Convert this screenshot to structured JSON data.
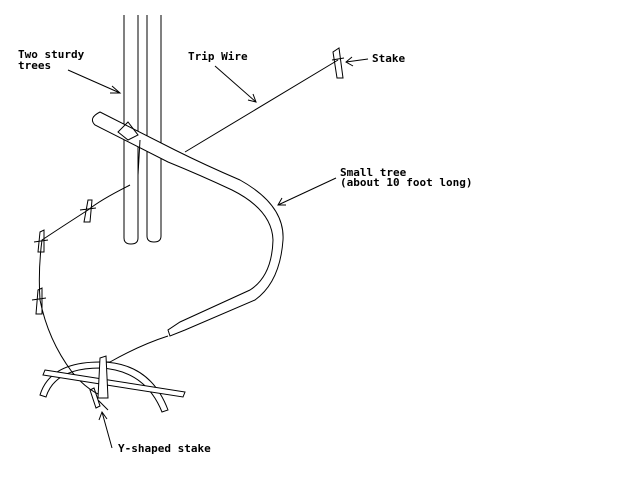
{
  "labels": {
    "trees": [
      "Two sturdy",
      "trees"
    ],
    "trip_wire": "Trip Wire",
    "stake": "Stake",
    "small_tree": [
      "Small tree",
      "(about 10 foot long)"
    ],
    "y_stake": "Y-shaped stake"
  },
  "colors": {
    "ink": "#000000",
    "background": "#ffffff"
  }
}
